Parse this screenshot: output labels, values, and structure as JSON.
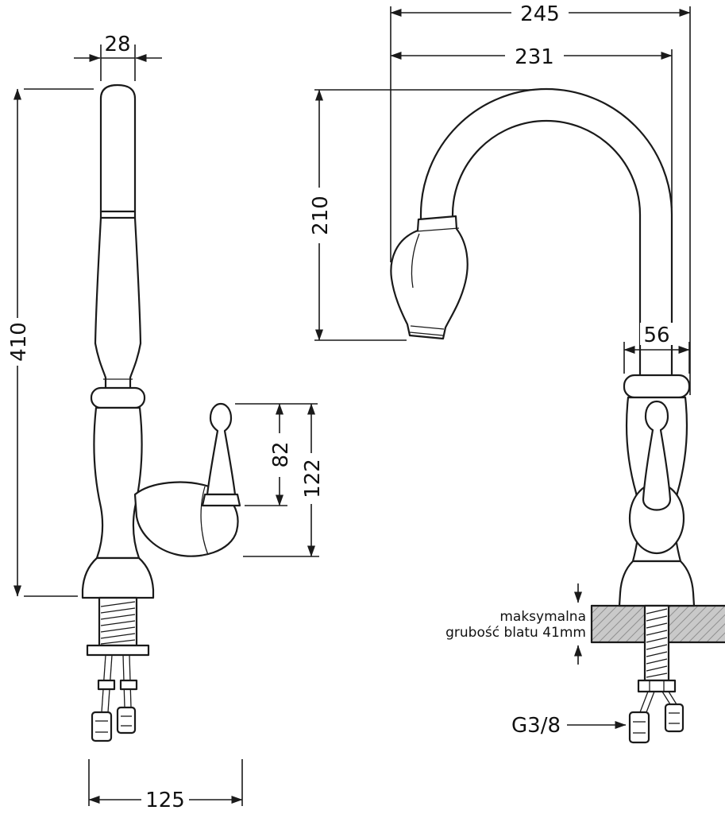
{
  "drawing": {
    "dims": {
      "spout_width": "28",
      "total_height": "410",
      "lever_height": "82",
      "lever_total_height": "122",
      "base_width": "125",
      "overall_width": "245",
      "spout_reach": "231",
      "arc_height": "210",
      "body_width": "56",
      "thread_size": "G3/8"
    },
    "counter_note": {
      "line1": "maksymalna",
      "line2": "grubość blatu 41mm"
    }
  }
}
